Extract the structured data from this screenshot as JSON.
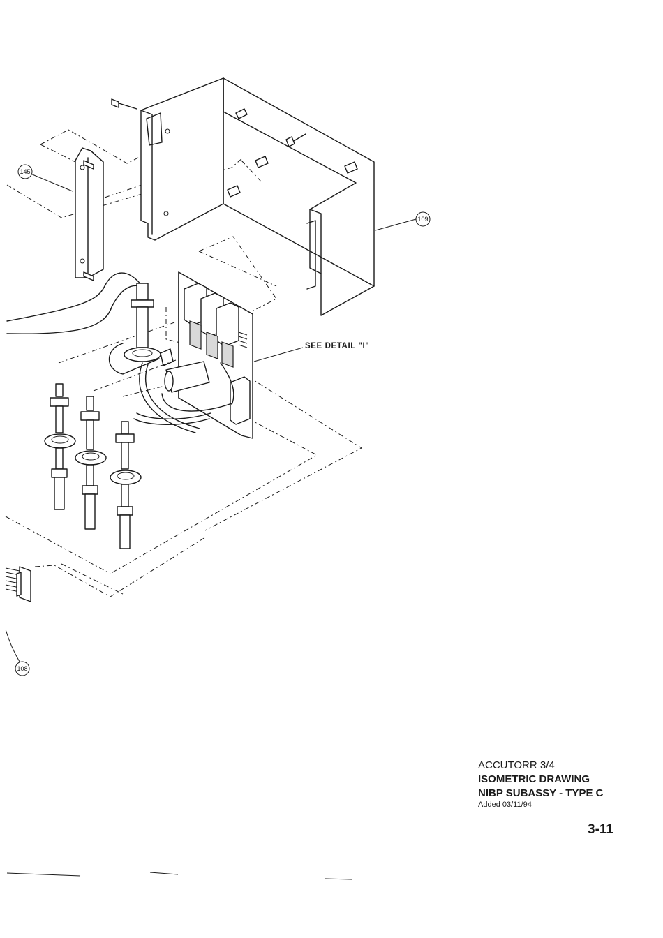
{
  "callouts": [
    {
      "id": "c145",
      "label": "145"
    },
    {
      "id": "c109",
      "label": "109"
    },
    {
      "id": "c108",
      "label": "108"
    }
  ],
  "detail_note": "SEE DETAIL \"I\"",
  "title_block": {
    "product": "ACCUTORR 3/4",
    "drawing_type": "ISOMETRIC DRAWING",
    "assembly": "NIBP SUBASSY - TYPE C",
    "added": "Added 03/11/94"
  },
  "page_number": "3-11"
}
